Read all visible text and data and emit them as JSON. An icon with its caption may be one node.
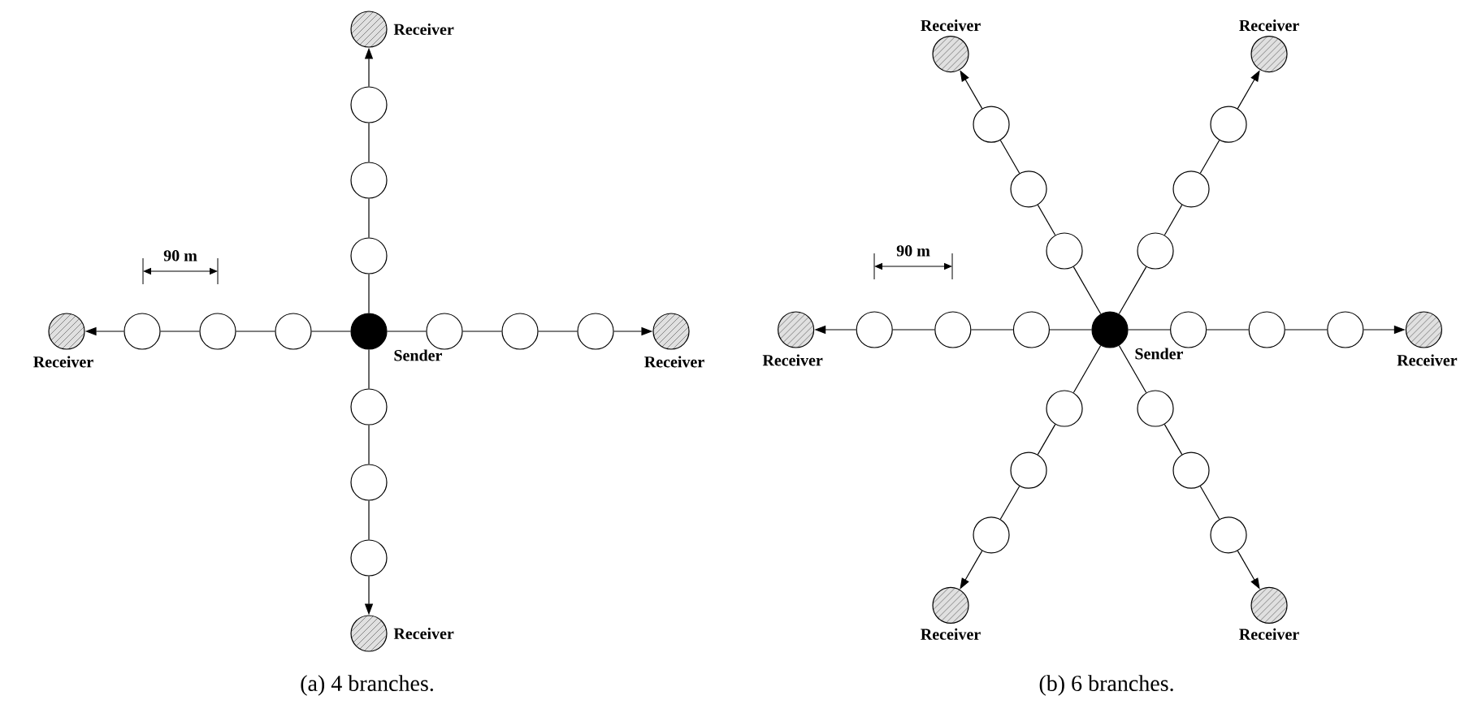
{
  "diagram": {
    "nodes": [
      {
        "text": [],
        "shape": "circle",
        "beside": [
          "Sender"
        ]
      },
      {
        "text": [],
        "shape": "circle"
      },
      {
        "text": [],
        "shape": "circle"
      },
      {
        "text": [],
        "shape": "circle"
      },
      {
        "text": [],
        "shape": "circle",
        "beside": [
          "Receiver"
        ]
      },
      {
        "text": [],
        "shape": "circle"
      },
      {
        "text": [],
        "shape": "circle"
      },
      {
        "text": [],
        "shape": "circle"
      },
      {
        "text": [],
        "shape": "circle",
        "beside": [
          "Receiver"
        ]
      },
      {
        "text": [],
        "shape": "circle"
      },
      {
        "text": [],
        "shape": "circle"
      },
      {
        "text": [],
        "shape": "circle"
      },
      {
        "text": [],
        "shape": "circle",
        "beside": [
          "Receiver"
        ]
      },
      {
        "text": [],
        "shape": "circle"
      },
      {
        "text": [],
        "shape": "circle"
      },
      {
        "text": [],
        "shape": "circle"
      },
      {
        "text": [],
        "shape": "circle",
        "beside": [
          "Receiver"
        ]
      },
      {
        "text": [],
        "shape": "circle",
        "beside": [
          "Sender"
        ]
      },
      {
        "text": [],
        "shape": "circle"
      },
      {
        "text": [],
        "shape": "circle"
      },
      {
        "text": [],
        "shape": "circle"
      },
      {
        "text": [],
        "shape": "circle",
        "beside": [
          "Receiver"
        ]
      },
      {
        "text": [],
        "shape": "circle"
      },
      {
        "text": [],
        "shape": "circle"
      },
      {
        "text": [],
        "shape": "circle"
      },
      {
        "text": [],
        "shape": "circle",
        "beside": [
          "Receiver"
        ]
      },
      {
        "text": [],
        "shape": "circle"
      },
      {
        "text": [],
        "shape": "circle"
      },
      {
        "text": [],
        "shape": "circle"
      },
      {
        "text": [],
        "shape": "circle",
        "beside": [
          "Receiver"
        ]
      },
      {
        "text": [],
        "shape": "circle"
      },
      {
        "text": [],
        "shape": "circle"
      },
      {
        "text": [],
        "shape": "circle"
      },
      {
        "text": [],
        "shape": "circle",
        "beside": [
          "Receiver"
        ]
      },
      {
        "text": [],
        "shape": "circle"
      },
      {
        "text": [],
        "shape": "circle"
      },
      {
        "text": [],
        "shape": "circle"
      },
      {
        "text": [],
        "shape": "circle",
        "beside": [
          "Receiver"
        ]
      },
      {
        "text": [],
        "shape": "circle"
      },
      {
        "text": [],
        "shape": "circle"
      },
      {
        "text": [],
        "shape": "circle"
      },
      {
        "text": [],
        "shape": "circle",
        "beside": [
          "Receiver"
        ]
      }
    ],
    "edges": [
      {
        "from": 0,
        "to": 1,
        "arrow": "none"
      },
      {
        "from": 1,
        "to": 2,
        "arrow": "none"
      },
      {
        "from": 2,
        "to": 3,
        "arrow": "none"
      },
      {
        "from": 3,
        "to": 4,
        "arrow": "to"
      },
      {
        "from": 0,
        "to": 5,
        "arrow": "none"
      },
      {
        "from": 5,
        "to": 6,
        "arrow": "none"
      },
      {
        "from": 6,
        "to": 7,
        "arrow": "none"
      },
      {
        "from": 7,
        "to": 8,
        "arrow": "to"
      },
      {
        "from": 0,
        "to": 9,
        "arrow": "none"
      },
      {
        "from": 9,
        "to": 10,
        "arrow": "none"
      },
      {
        "from": 10,
        "to": 11,
        "arrow": "none"
      },
      {
        "from": 11,
        "to": 12,
        "arrow": "to"
      },
      {
        "from": 0,
        "to": 13,
        "arrow": "none"
      },
      {
        "from": 13,
        "to": 14,
        "arrow": "none"
      },
      {
        "from": 14,
        "to": 15,
        "arrow": "none"
      },
      {
        "from": 15,
        "to": 16,
        "arrow": "to"
      },
      {
        "from": 17,
        "to": 18,
        "arrow": "none"
      },
      {
        "from": 18,
        "to": 19,
        "arrow": "none"
      },
      {
        "from": 19,
        "to": 20,
        "arrow": "none"
      },
      {
        "from": 20,
        "to": 21,
        "arrow": "to"
      },
      {
        "from": 17,
        "to": 22,
        "arrow": "none"
      },
      {
        "from": 22,
        "to": 23,
        "arrow": "none"
      },
      {
        "from": 23,
        "to": 24,
        "arrow": "none"
      },
      {
        "from": 24,
        "to": 25,
        "arrow": "to"
      },
      {
        "from": 17,
        "to": 26,
        "arrow": "none"
      },
      {
        "from": 26,
        "to": 27,
        "arrow": "none"
      },
      {
        "from": 27,
        "to": 28,
        "arrow": "none"
      },
      {
        "from": 28,
        "to": 29,
        "arrow": "to"
      },
      {
        "from": 17,
        "to": 30,
        "arrow": "none"
      },
      {
        "from": 30,
        "to": 31,
        "arrow": "none"
      },
      {
        "from": 31,
        "to": 32,
        "arrow": "none"
      },
      {
        "from": 32,
        "to": 33,
        "arrow": "to"
      },
      {
        "from": 17,
        "to": 34,
        "arrow": "none"
      },
      {
        "from": 34,
        "to": 35,
        "arrow": "none"
      },
      {
        "from": 35,
        "to": 36,
        "arrow": "none"
      },
      {
        "from": 36,
        "to": 37,
        "arrow": "to"
      },
      {
        "from": 17,
        "to": 38,
        "arrow": "none"
      },
      {
        "from": 38,
        "to": 39,
        "arrow": "none"
      },
      {
        "from": 39,
        "to": 40,
        "arrow": "none"
      },
      {
        "from": 40,
        "to": 41,
        "arrow": "to"
      }
    ],
    "labels": [
      "90 m",
      "90 m",
      "(a) 4 branches.",
      "(b) 6 branches."
    ]
  }
}
